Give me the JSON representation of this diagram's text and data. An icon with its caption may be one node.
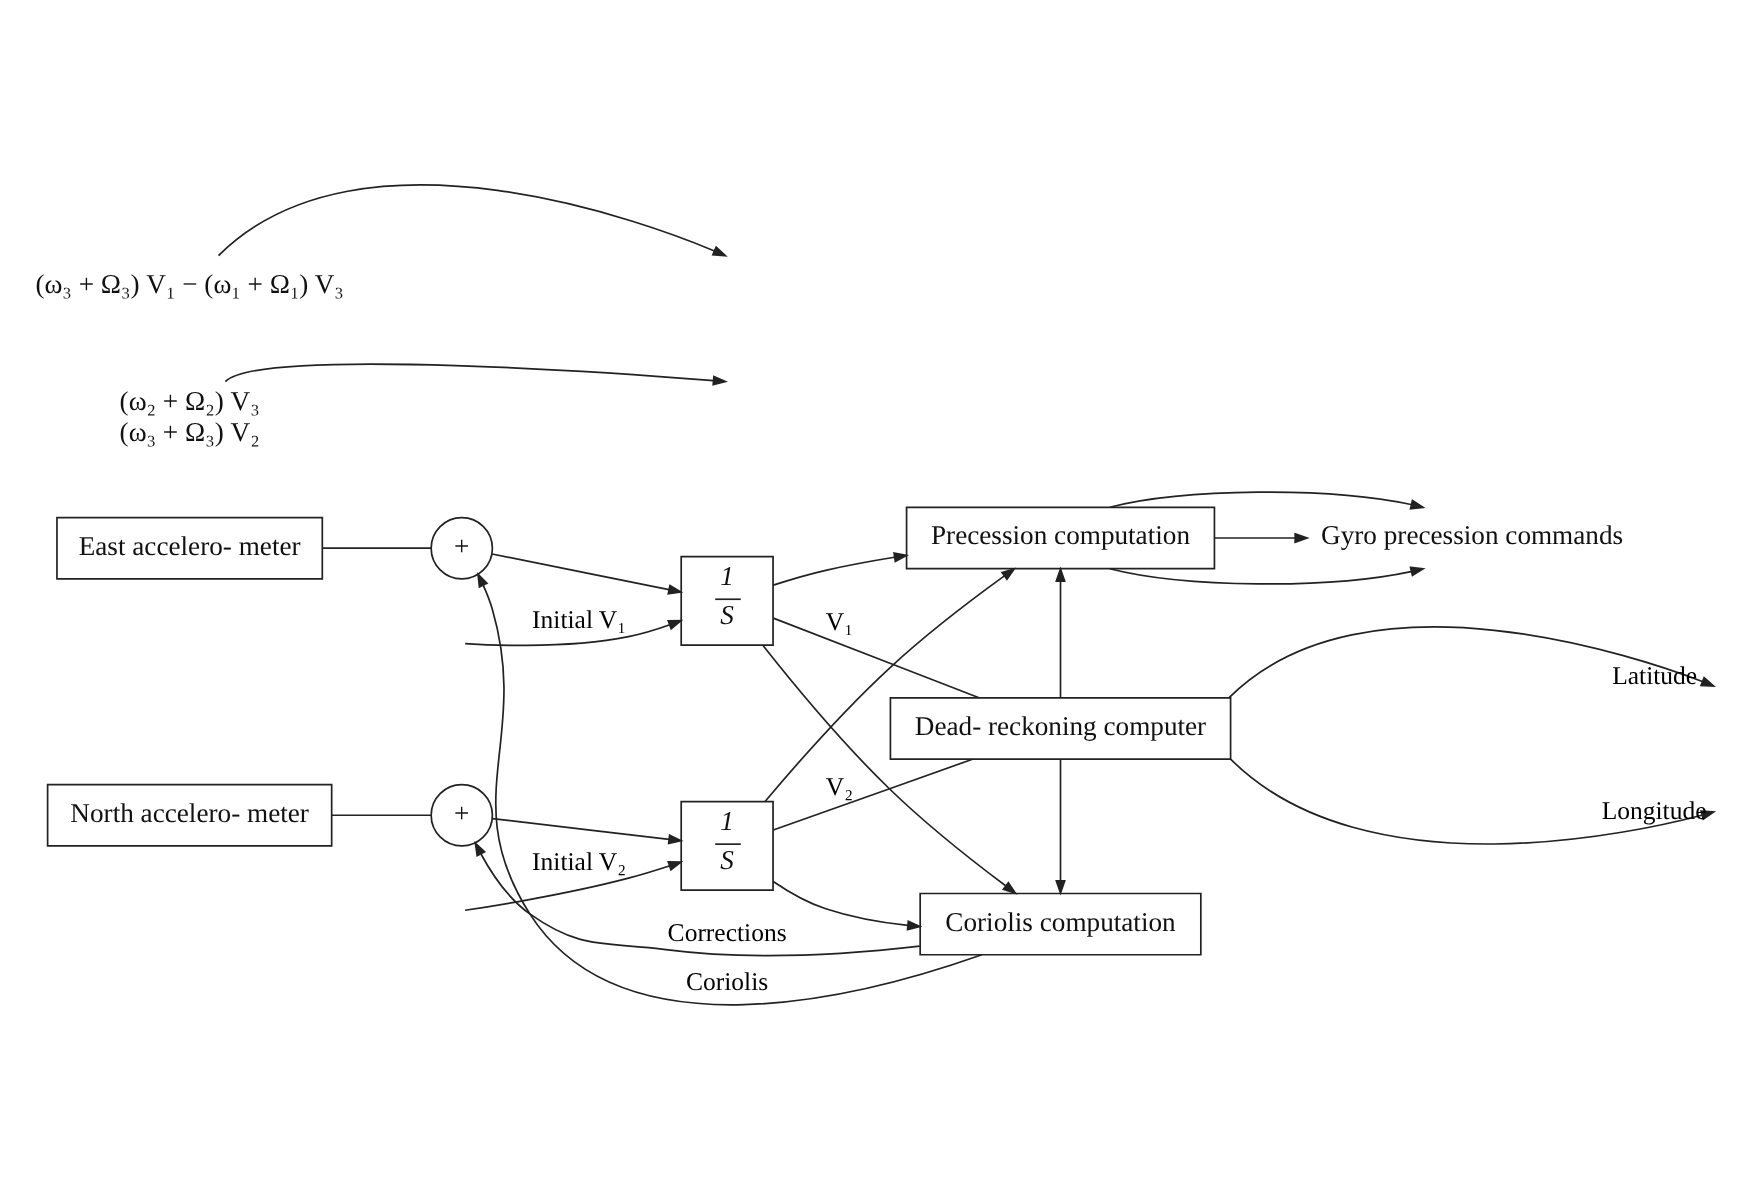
{
  "diagram": {
    "nodes": [
      {
        "text": [
          "Gyro precession commands"
        ]
      },
      {
        "text": [
          "Precession computation"
        ]
      },
      {
        "text": [
          "North accelero- meter"
        ]
      },
      {
        "text": [
          "+"
        ]
      },
      {
        "text": [
          "1",
          "S"
        ]
      },
      {
        "text": [
          "Dead- reckoning computer"
        ]
      },
      {
        "text": [
          "East accelero- meter"
        ]
      },
      {
        "text": [
          "+"
        ]
      },
      {
        "text": [
          "1",
          "S"
        ]
      },
      {
        "text": [
          "Coriolis computation"
        ]
      },
      {
        "text": [
          "(ω₂ + Ω₂) V₃",
          "(ω₃ + Ω₃) V₂"
        ]
      },
      {
        "text": [
          "(ω₃ + Ω₃) V₁ − (ω₁ + Ω₁) V₃"
        ]
      }
    ],
    "edges": [
      {
        "from": 1,
        "to": 0,
        "arrow": "to"
      },
      {
        "from": 1,
        "to": 0,
        "arrow": "to"
      },
      {
        "from": 1,
        "to": 0,
        "arrow": "to"
      },
      {
        "from": 2,
        "to": 3,
        "arrow": "none"
      },
      {
        "from": 3,
        "to": 4,
        "arrow": "to"
      },
      {
        "from": null,
        "to": 4,
        "label": "Initial V₂",
        "arrow": "to"
      },
      {
        "from": 4,
        "to": 5,
        "label": "V₂",
        "arrow": "none"
      },
      {
        "from": 4,
        "to": 1,
        "arrow": "to"
      },
      {
        "from": 4,
        "to": 9,
        "arrow": "to"
      },
      {
        "from": 6,
        "to": 7,
        "arrow": "none"
      },
      {
        "from": 7,
        "to": 8,
        "arrow": "to"
      },
      {
        "from": null,
        "to": 8,
        "label": "Initial V₁",
        "arrow": "to"
      },
      {
        "from": 8,
        "to": 5,
        "label": "V₁",
        "arrow": "none"
      },
      {
        "from": 8,
        "to": 1,
        "arrow": "to"
      },
      {
        "from": 8,
        "to": 9,
        "arrow": "to"
      },
      {
        "from": 5,
        "to": null,
        "label": "Latitude",
        "arrow": "to"
      },
      {
        "from": 5,
        "to": 1,
        "arrow": "to"
      },
      {
        "from": 5,
        "to": 9,
        "arrow": "to"
      },
      {
        "from": 5,
        "to": null,
        "label": "Longitude",
        "arrow": "to"
      },
      {
        "from": 9,
        "to": 7,
        "label": "Coriolis",
        "arrow": "to"
      },
      {
        "from": 9,
        "to": 3,
        "label": "Corrections",
        "arrow": "to"
      },
      {
        "from": 10,
        "to": null,
        "arrow": "to"
      },
      {
        "from": 11,
        "to": null,
        "arrow": "to"
      }
    ]
  }
}
